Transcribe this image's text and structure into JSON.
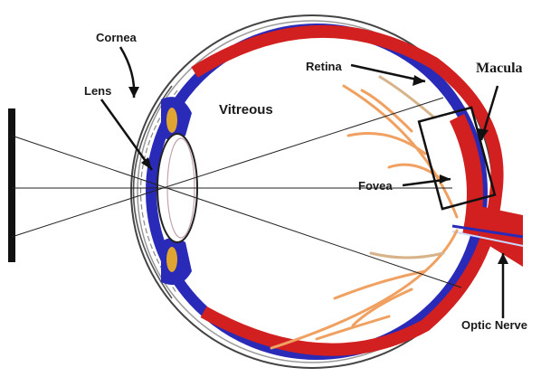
{
  "diagram": {
    "labels": {
      "cornea": "Cornea",
      "lens": "Lens",
      "vitreous": "Vitreous",
      "retina": "Retina",
      "macula": "Macula",
      "fovea": "Fovea",
      "optic_nerve": "Optic Nerve"
    },
    "colors": {
      "retina_red": "#d21f1f",
      "choroid_blue": "#2a2ab8",
      "vessel_orange": "#f0a060",
      "lens_yellow": "#e0a530",
      "outline": "#111111"
    }
  }
}
